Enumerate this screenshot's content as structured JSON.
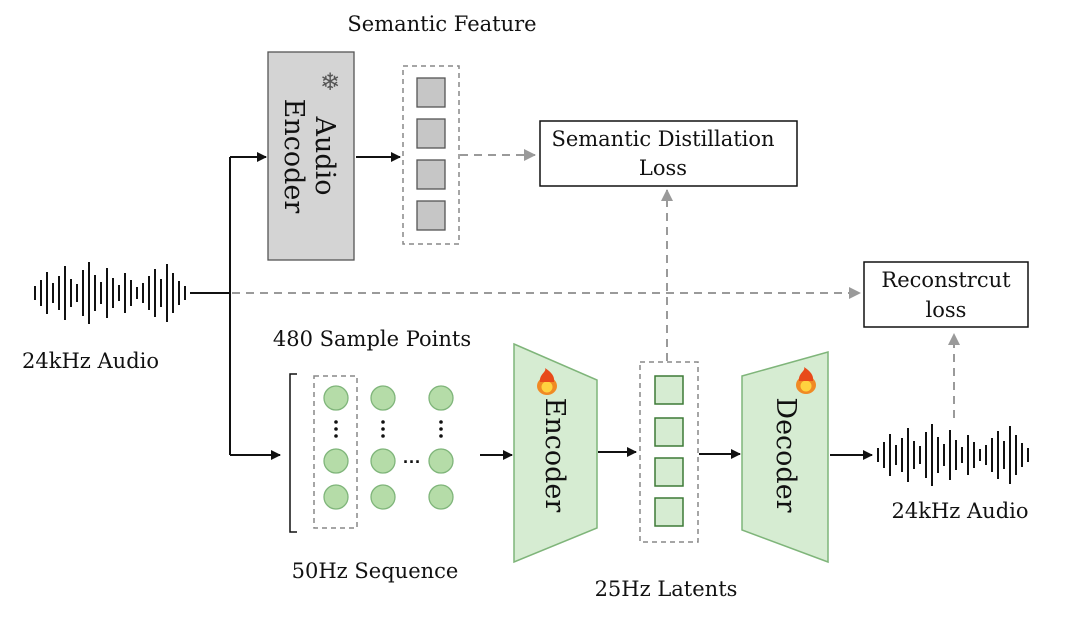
{
  "labels": {
    "semantic_feature": "Semantic Feature",
    "audio_encoder_line1": "Audio",
    "audio_encoder_line2": "Encoder",
    "semantic_loss_line1": "Semantic Distillation",
    "semantic_loss_line2": "Loss",
    "reconstruct_line1": "Reconstrcut",
    "reconstruct_line2": "loss",
    "input_audio": "24kHz Audio",
    "sample_points": "480 Sample Points",
    "sequence": "50Hz Sequence",
    "encoder": "Encoder",
    "latents": "25Hz Latents",
    "decoder": "Decoder",
    "output_audio": "24kHz Audio"
  },
  "icons": {
    "frozen": "snowflake-icon",
    "trainable": "fire-icon"
  },
  "colors": {
    "frozen_block": "#d4d4d4",
    "trainable_block": "#d6ecd2",
    "trainable_stroke": "#7fb57a",
    "circle_fill": "#b5dca8",
    "feature_square": "#c6c6c6",
    "dashed_arrow": "#9a9a9a"
  }
}
